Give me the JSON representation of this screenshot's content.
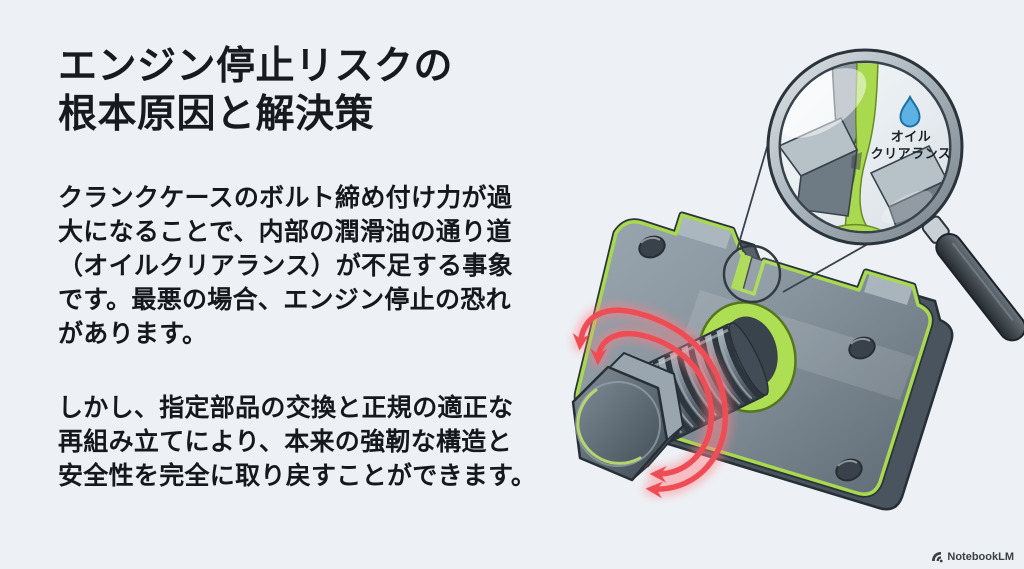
{
  "slide": {
    "title_lines": [
      "エンジン停止リスクの",
      "根本原因と解決策"
    ],
    "paragraph1_lines": [
      "クランクケースのボルト締め付け力が過",
      "大になることで、内部の潤滑油の通り道",
      "（オイルクリアランス）が不足する事象",
      "です。最悪の場合、エンジン停止の恐れ",
      "があります。"
    ],
    "paragraph2_lines": [
      "しかし、指定部品の交換と正規の適正な",
      "再組み立てにより、本来の強靭な構造と",
      "安全性を完全に取り戻すことができます。"
    ]
  },
  "illustration": {
    "magnifier_label_lines": [
      "オイル",
      "クリアランス"
    ],
    "icons": {
      "magnifier": "magnifier-glass-icon",
      "droplet": "oil-droplet-icon",
      "torque_arrows": "rotation-arrows-icon",
      "callout": "zoom-callout-circle"
    },
    "colors": {
      "accent_green": "#a9d94e",
      "arrow_red": "#ef4d55",
      "droplet_blue": "#5cb2e4",
      "metal_light": "#9ba7b0",
      "metal_dark": "#49545e",
      "outline": "#2c343b"
    }
  },
  "watermark": {
    "brand": "NotebookLM"
  },
  "page": {
    "background": "#edf1f5",
    "text_color": "#15191d"
  }
}
